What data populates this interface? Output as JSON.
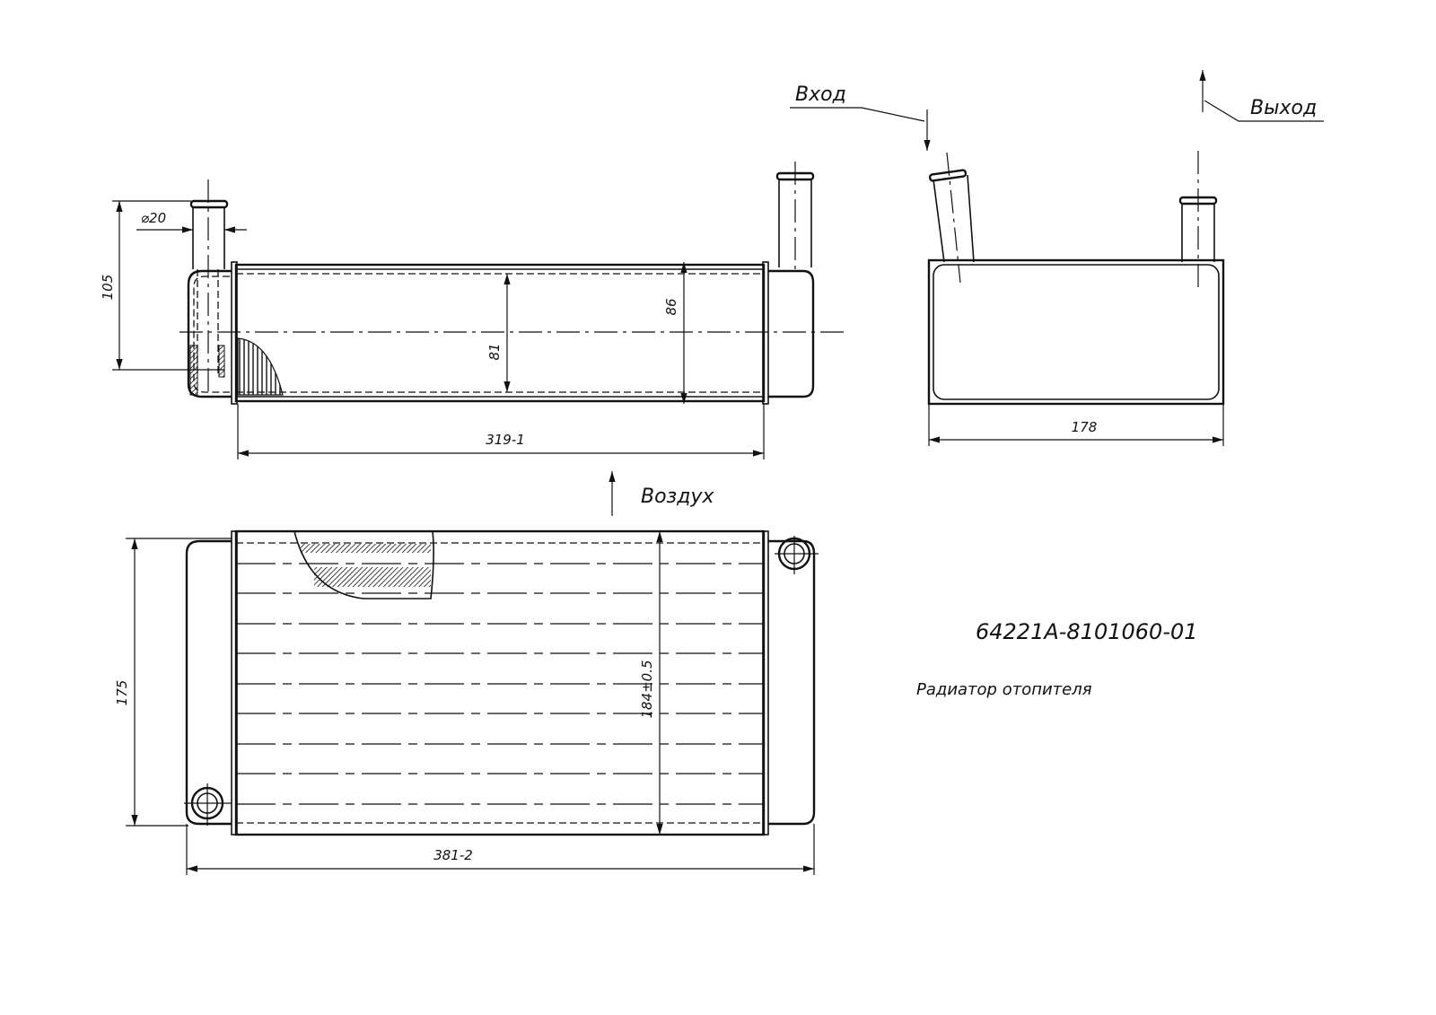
{
  "labels": {
    "inlet": "Вход",
    "outlet": "Выход",
    "air": "Воздух",
    "part_number": "64221А-8101060-01",
    "part_name": "Радиатор отопителя"
  },
  "dimensions": {
    "pipe_height": "105",
    "pipe_diameter": "⌀20",
    "core_height_inner": "81",
    "core_height_outer": "86",
    "core_length": "319-1",
    "depth": "178",
    "core_width": "184±0.5",
    "total_height": "175",
    "total_length": "381-2"
  }
}
